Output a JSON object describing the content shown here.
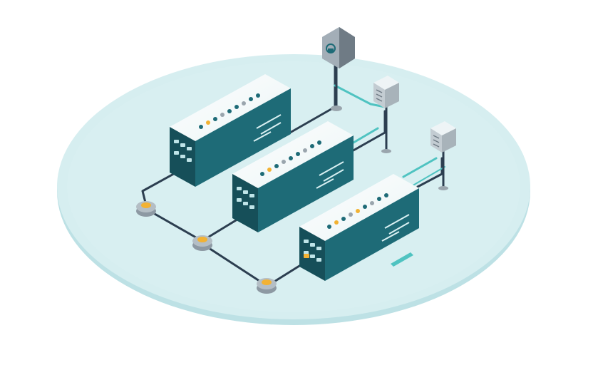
{
  "scene": {
    "title": "",
    "colors": {
      "background": "#ffffff",
      "platform": "#cfe9ec",
      "platform_edge": "#b7dde2",
      "server_front": "#1e6b77",
      "server_side": "#164f59",
      "server_top": "#f4fbfb",
      "cable_dark": "#2c3e50",
      "cable_teal": "#4fc3c1",
      "accent_amber": "#f2b233",
      "connector_gray": "#9aa5ad",
      "device_gray": "#8d99a3"
    },
    "icons": [
      "server-rack",
      "network-node",
      "shield-lock-device",
      "gateway-device",
      "cable-connector"
    ]
  }
}
